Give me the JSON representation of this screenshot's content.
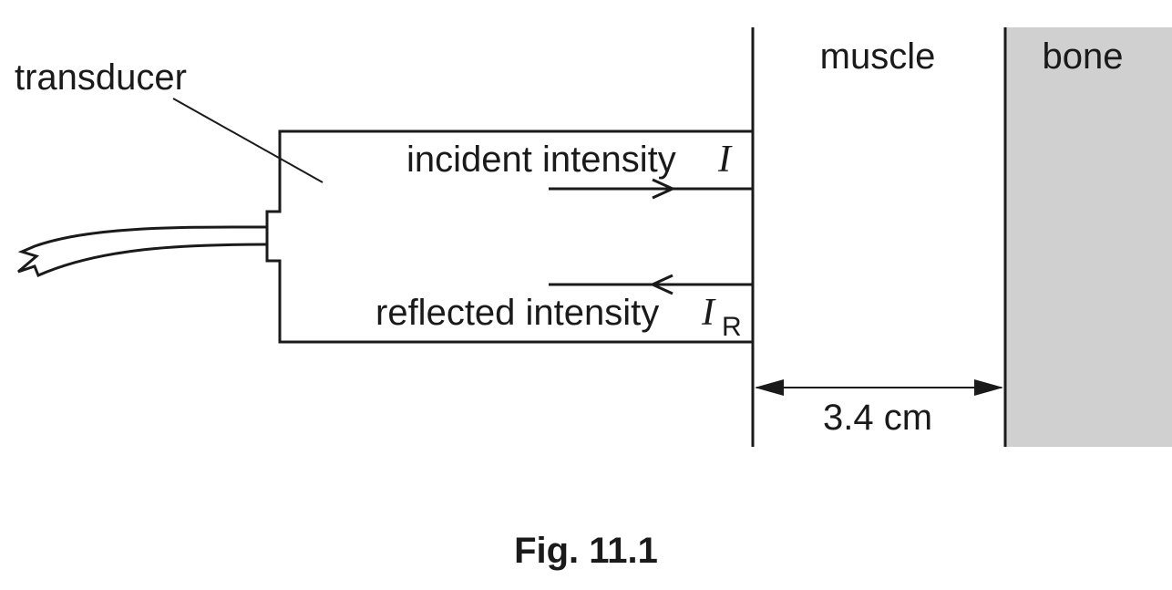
{
  "labels": {
    "transducer": "transducer",
    "muscle": "muscle",
    "bone": "bone",
    "incident": "incident intensity",
    "incident_symbol": "I",
    "reflected": "reflected intensity",
    "reflected_symbol": "I",
    "reflected_subscript": "R",
    "distance": "3.4 cm"
  },
  "caption": "Fig. 11.1",
  "colors": {
    "bone_fill": "#d0d0d0",
    "ink": "#1a1a1a"
  }
}
